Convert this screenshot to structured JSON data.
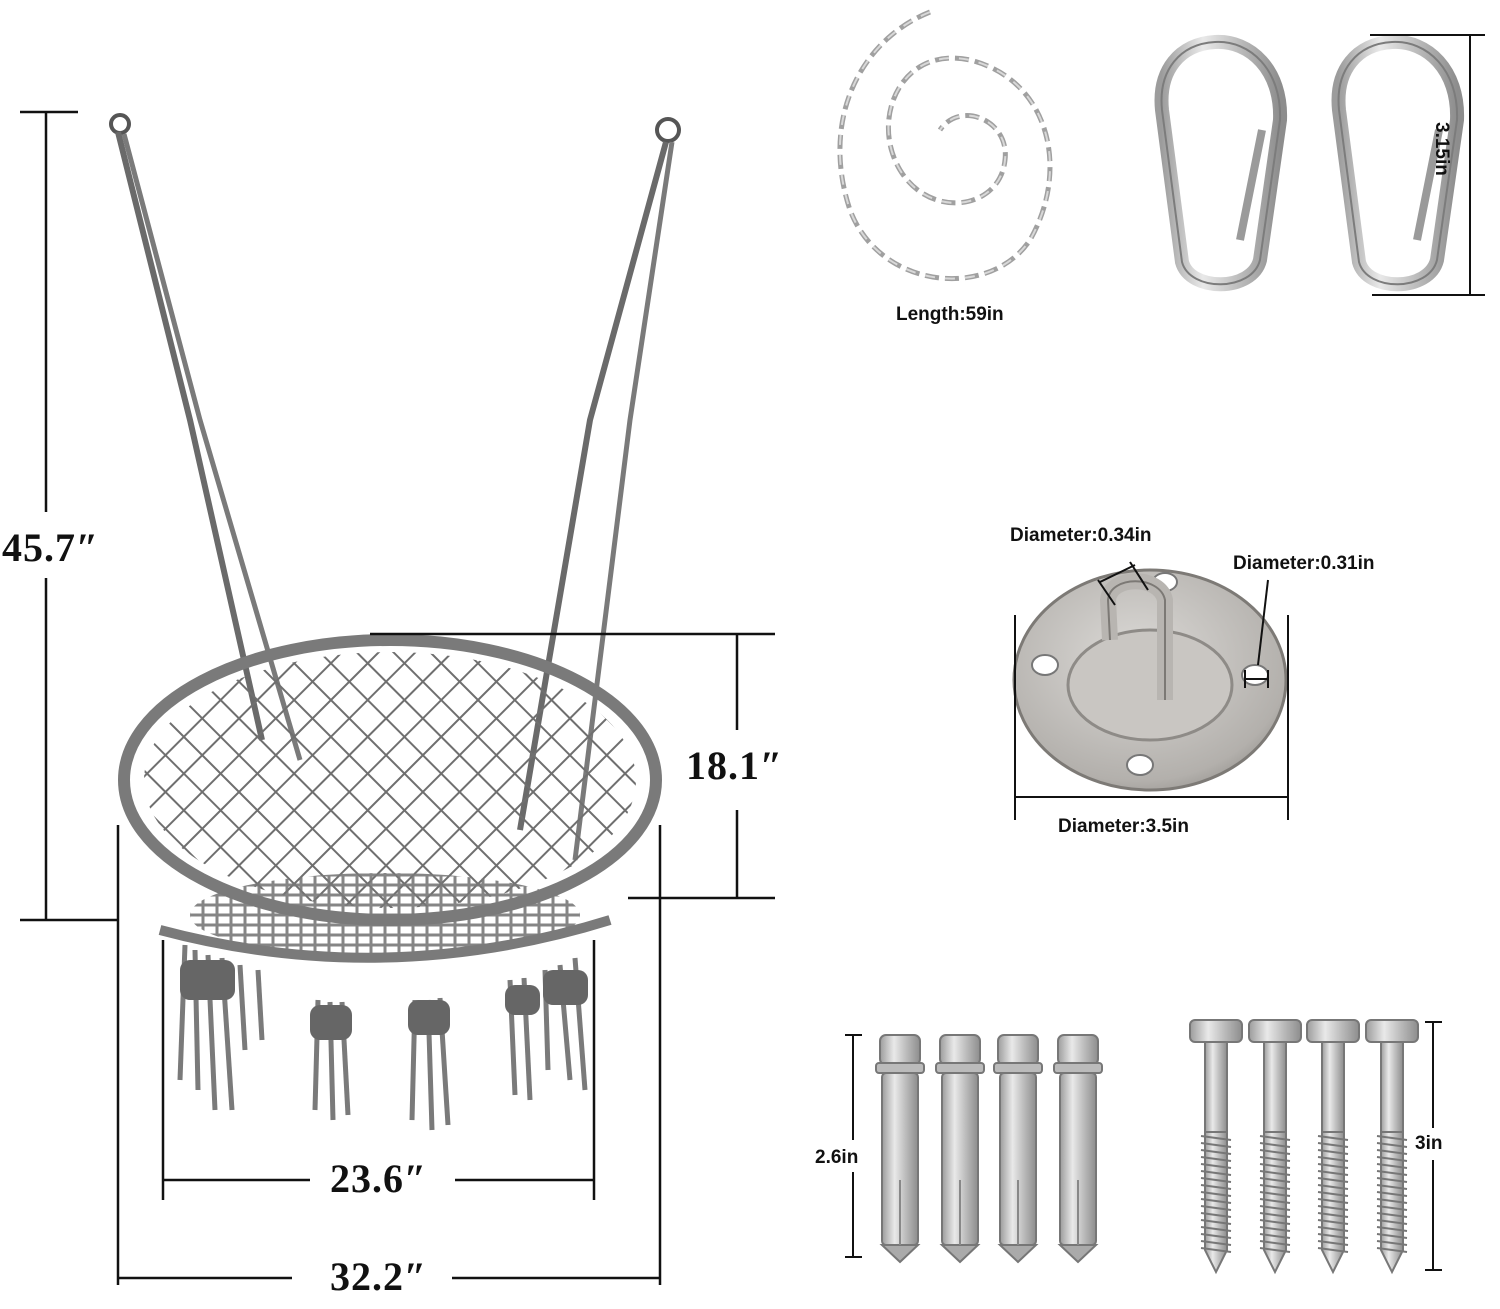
{
  "colors": {
    "rope": "#6f6f6f",
    "rope_dark": "#555555",
    "metal": "#c9c9c9",
    "metal_dark": "#8a8a8a",
    "line": "#111111"
  },
  "chair": {
    "height_label": "45.7″",
    "seat_back_label": "18.1″",
    "seat_width_label": "23.6″",
    "overall_width_label": "32.2″"
  },
  "accessories": {
    "chain_label": "Length:59in",
    "carabiner_label": "3.15in",
    "plate_hook_label": "Diameter:0.34in",
    "plate_hole_label": "Diameter:0.31in",
    "plate_diameter_label": "Diameter:3.5in",
    "anchor_bolt_label": "2.6in",
    "lag_screw_label": "3in"
  },
  "icons": {
    "chain": "chain-icon",
    "carabiner": "carabiner-icon",
    "plate": "ceiling-hook-plate-icon",
    "bolt": "expansion-bolt-icon",
    "screw": "lag-screw-icon",
    "chair": "hammock-chair-icon"
  }
}
